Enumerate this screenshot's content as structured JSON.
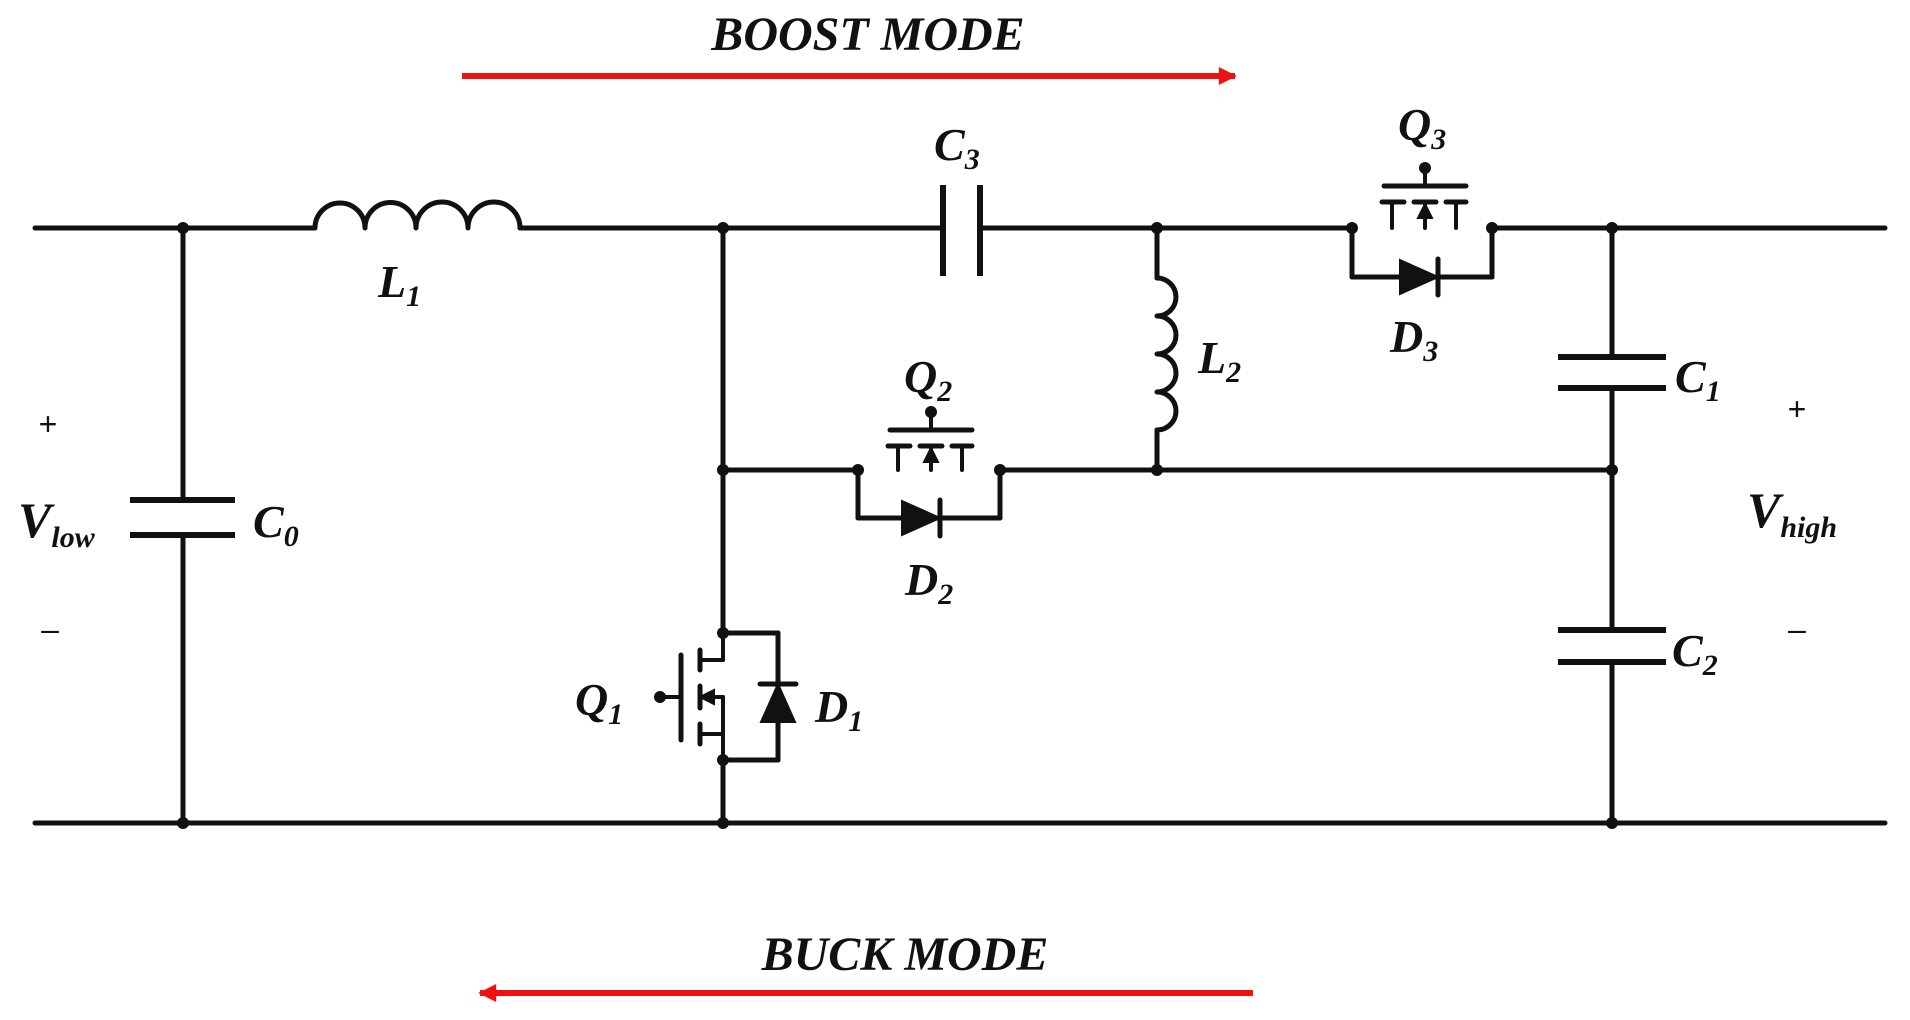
{
  "modes": {
    "boost": "BOOST MODE",
    "buck": "BUCK MODE"
  },
  "labels": {
    "L1": {
      "main": "L",
      "sub": "1"
    },
    "L2": {
      "main": "L",
      "sub": "2"
    },
    "C0": {
      "main": "C",
      "sub": "0"
    },
    "C1": {
      "main": "C",
      "sub": "1"
    },
    "C2": {
      "main": "C",
      "sub": "2"
    },
    "C3": {
      "main": "C",
      "sub": "3"
    },
    "Q1": {
      "main": "Q",
      "sub": "1"
    },
    "Q2": {
      "main": "Q",
      "sub": "2"
    },
    "Q3": {
      "main": "Q",
      "sub": "3"
    },
    "D1": {
      "main": "D",
      "sub": "1"
    },
    "D2": {
      "main": "D",
      "sub": "2"
    },
    "D3": {
      "main": "D",
      "sub": "3"
    }
  },
  "ports": {
    "low": {
      "main": "V",
      "sub": "low",
      "plus": "+",
      "minus": "–"
    },
    "high": {
      "main": "V",
      "sub": "high",
      "plus": "+",
      "minus": "–"
    }
  },
  "colors": {
    "arrow": "#ee1111",
    "ink": "#111111"
  }
}
